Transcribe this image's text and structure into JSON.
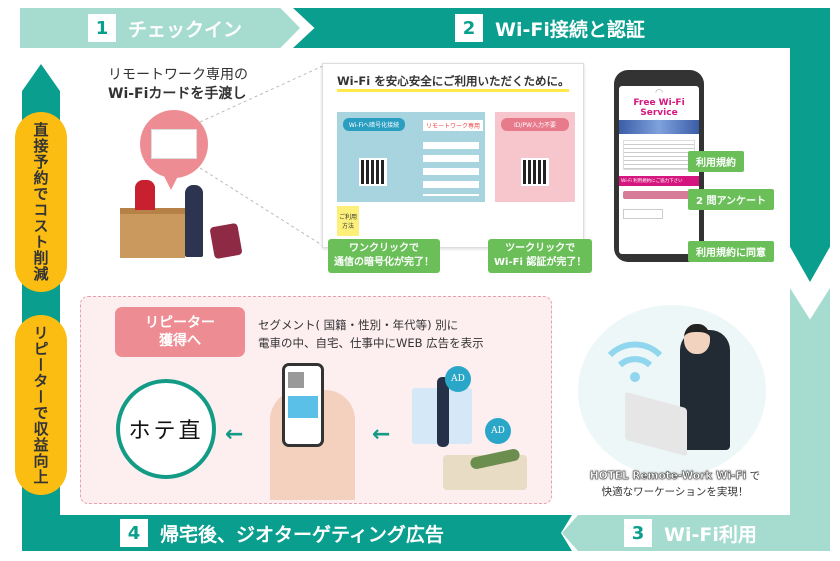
{
  "steps": [
    {
      "num": "1",
      "label": "チェックイン"
    },
    {
      "num": "2",
      "label": "Wi-Fi接続と認証"
    },
    {
      "num": "3",
      "label": "Wi-Fi利用"
    },
    {
      "num": "4",
      "label": "帰宅後、ジオターゲティング広告"
    }
  ],
  "side_pills": [
    "直接予約でコスト削減",
    "リピーターで収益向上"
  ],
  "checkin": {
    "line1": "リモートワーク専用の",
    "line2": "Wi-Fiカードを手渡し"
  },
  "card": {
    "title": "Wi-Fi を安心安全にご利用いただくために。",
    "left_header": "Wi-Fiへ暗号化接続",
    "mid_label": "リモートワーク専用",
    "right_header": "ID/PW入力不要",
    "usage_label": "ご利用方法",
    "tag_left": [
      "ワンクリックで",
      "通信の暗号化が完了！"
    ],
    "tag_right": [
      "ツークリックで",
      "Wi-Fi 認証が完了！"
    ]
  },
  "phone": {
    "title": "Free Wi-Fi Service",
    "band": "Wi-Fi 利用規約にご協力下さい",
    "callouts": [
      "利用規約",
      "2 問アンケート",
      "利用規約に同意"
    ]
  },
  "repeater": {
    "badge": [
      "リピーター",
      "獲得へ"
    ],
    "desc": [
      "セグメント( 国籍・性別・年代等) 別に",
      "電車の中、自宅、仕事中にWEB 広告を表示"
    ],
    "logo": "ホテ直",
    "ad1": "AD",
    "ad2": "AD"
  },
  "wifi_use": {
    "brand": "HOTEL Remote-Work Wi-Fi",
    "suffix": " で",
    "line2": "快適なワーケーションを実現！"
  },
  "colors": {
    "teal": "#0a9e8e",
    "mint": "#a6dccf",
    "yellow": "#fbbd12",
    "pink": "#ee8c94"
  }
}
